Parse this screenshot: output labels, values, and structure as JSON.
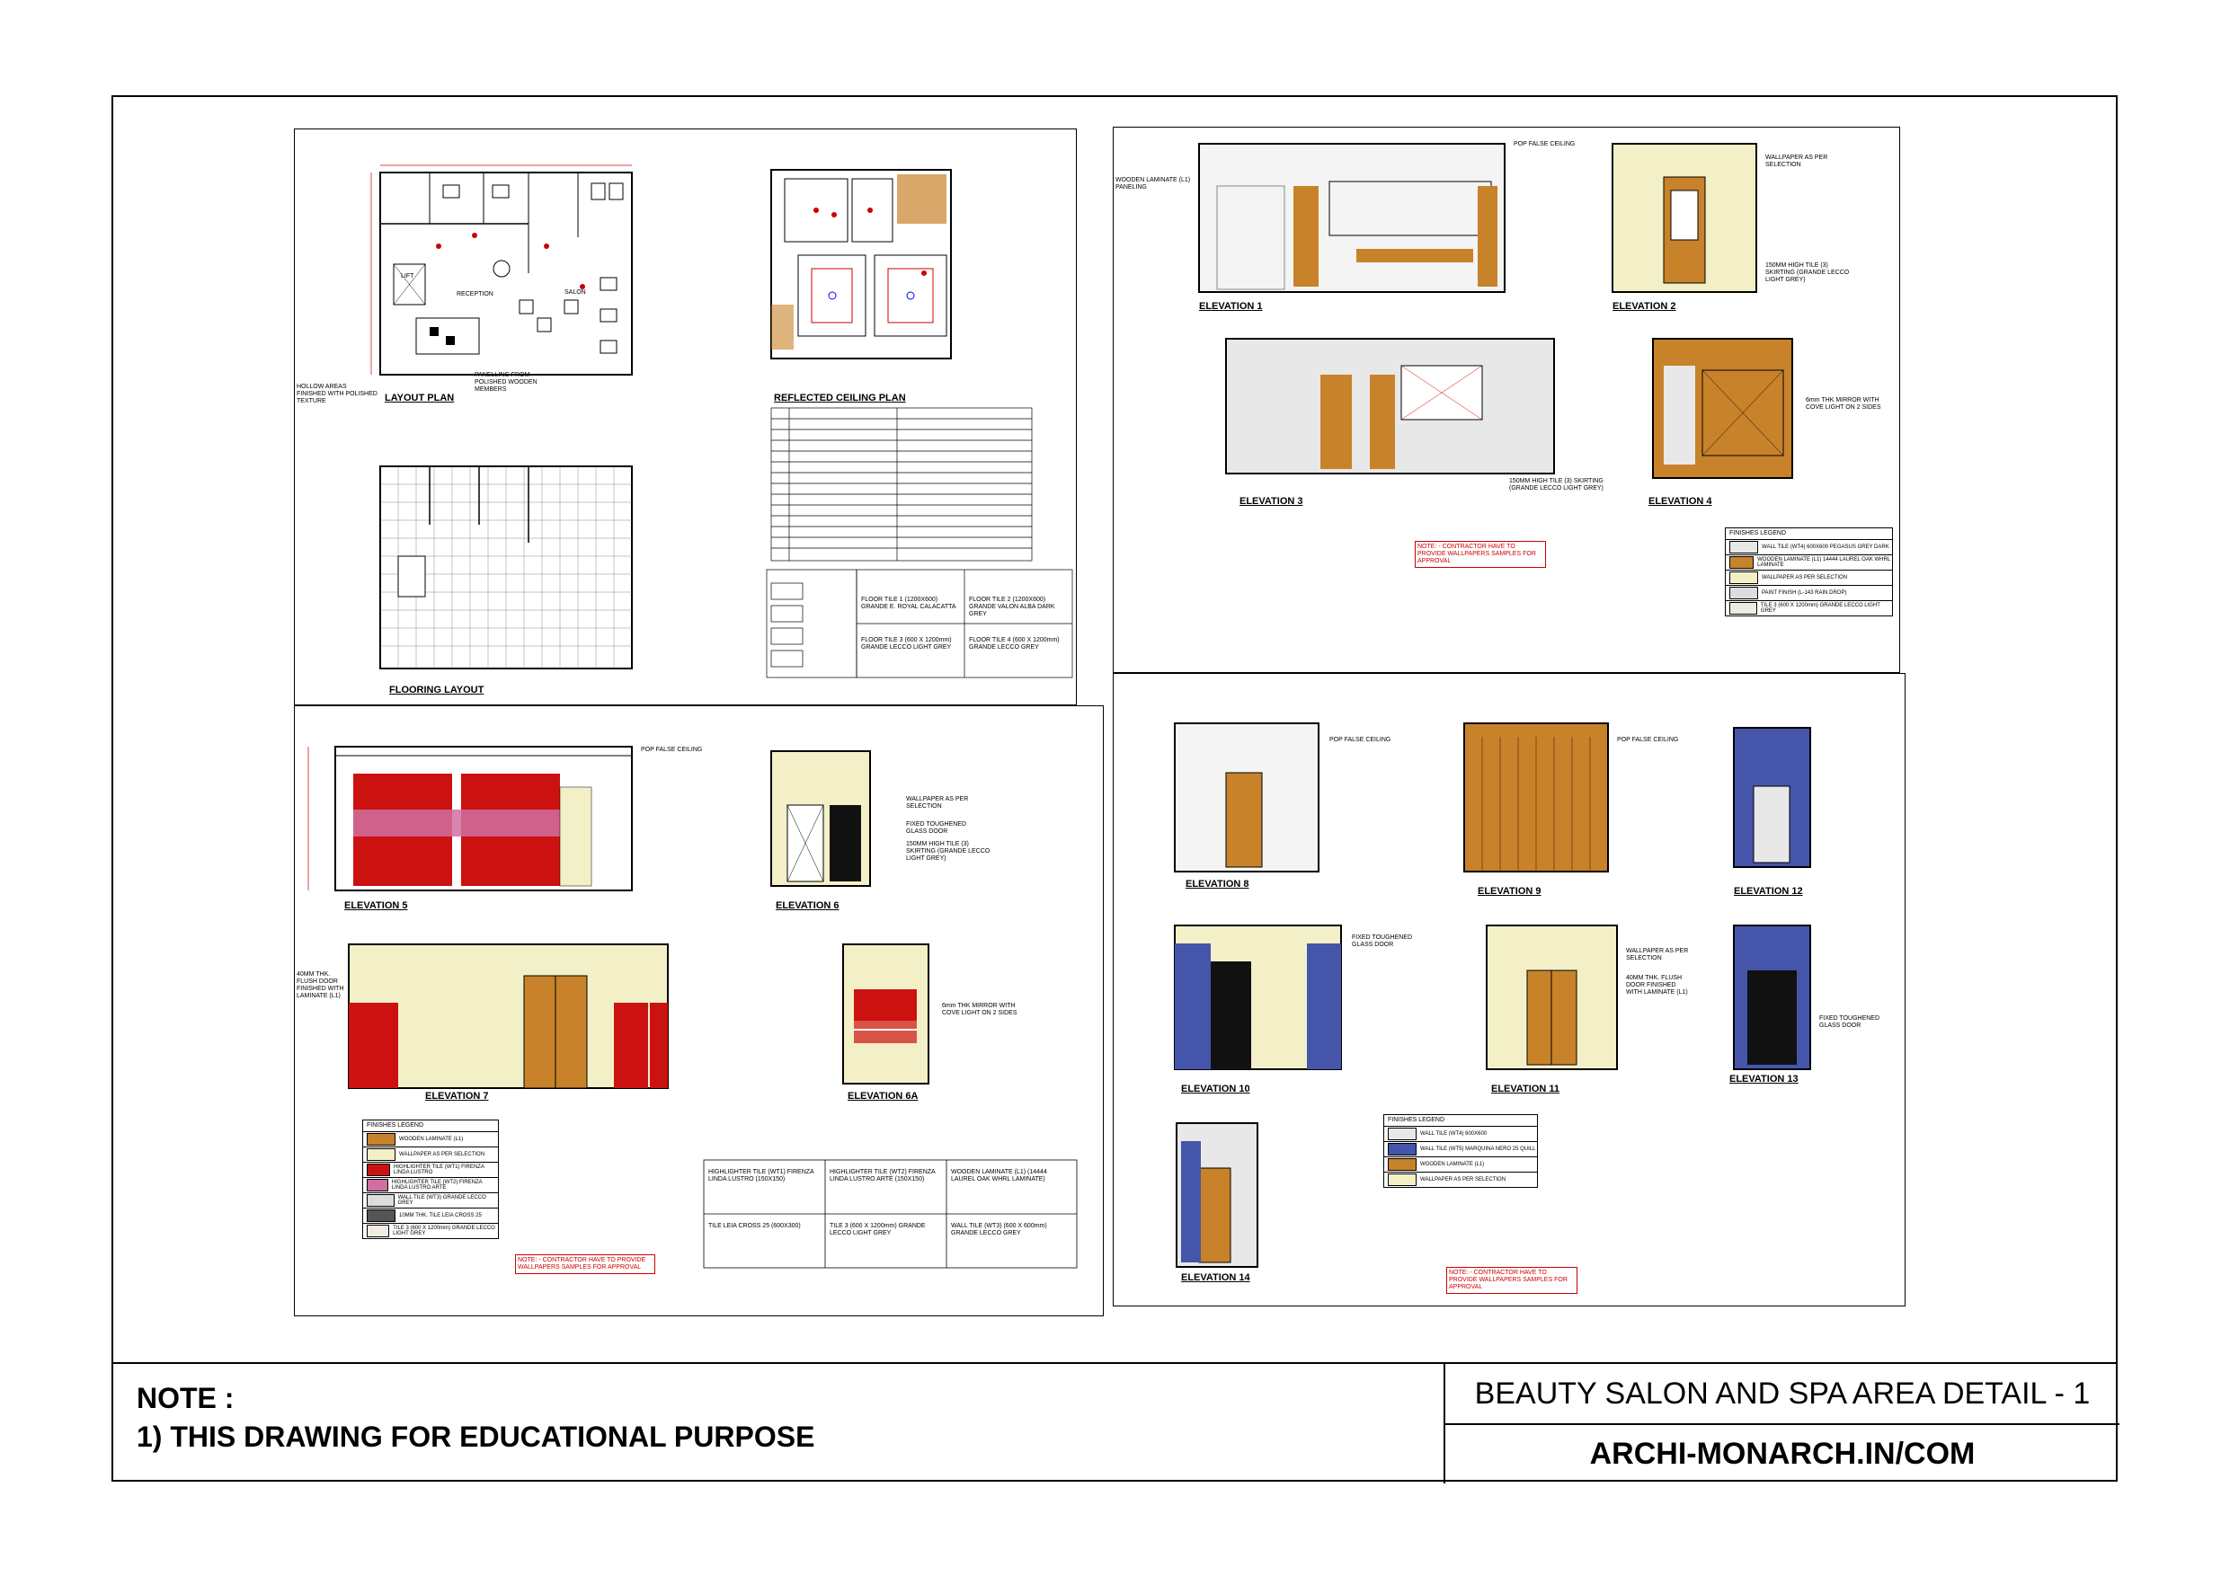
{
  "titleblock": {
    "note_heading": "NOTE :",
    "note_1": "1) THIS DRAWING FOR EDUCATIONAL PURPOSE",
    "title": "BEAUTY SALON AND SPA AREA DETAIL - 1",
    "website": "ARCHI-MONARCH.IN/COM"
  },
  "drawings": {
    "layout_plan": "LAYOUT PLAN",
    "reflected_ceiling_plan": "REFLECTED CEILING PLAN",
    "flooring_layout": "FLOORING LAYOUT",
    "elevation_1": "ELEVATION 1",
    "elevation_2": "ELEVATION 2",
    "elevation_3": "ELEVATION 3",
    "elevation_4": "ELEVATION 4",
    "elevation_5": "ELEVATION 5",
    "elevation_6": "ELEVATION 6",
    "elevation_6a": "ELEVATION 6A",
    "elevation_7": "ELEVATION 7",
    "elevation_8": "ELEVATION 8",
    "elevation_9": "ELEVATION 9",
    "elevation_10": "ELEVATION 10",
    "elevation_11": "ELEVATION 11",
    "elevation_12": "ELEVATION 12",
    "elevation_13": "ELEVATION 13",
    "elevation_14": "ELEVATION 14"
  },
  "plan_labels": {
    "lift": "LIFT",
    "reception": "RECEPTION",
    "salon": "SALON",
    "hollow_note": "HOLLOW AREAS FINISHED WITH POLISHED TEXTURE",
    "paneling": "PANELLING FROM POLISHED WOODEN MEMBERS"
  },
  "legends": {
    "finishes_legend": "FINISHES LEGEND",
    "items_top": [
      {
        "label": "WALL TILE (WT4) 600X600 PEGASUS GREY DARK",
        "color": "#e8e8e8"
      },
      {
        "label": "WOODEN LAMINATE (L1) 14444 LAUREL OAK WHRL LAMINATE",
        "color": "#c8822a"
      },
      {
        "label": "WALLPAPER AS PER SELECTION",
        "color": "#f3f0c8"
      },
      {
        "label": "PAINT FINISH (L-143 RAIN DROP)",
        "color": "#dddddd"
      },
      {
        "label": "TILE 3 (600 X 1200mm) GRANDE LECCO LIGHT GREY",
        "color": "#f0ece0"
      }
    ],
    "items_bottom_left": [
      {
        "label": "WOODEN LAMINATE (L1)",
        "color": "#c8822a"
      },
      {
        "label": "WALLPAPER AS PER SELECTION",
        "color": "#f3f0c8"
      },
      {
        "label": "HIGHLIGHTER TILE (WT1) FIRENZA LINDA LUSTRO",
        "color": "#cc1111"
      },
      {
        "label": "HIGHLIGHTER TILE (WT2) FIRENZA LINDA LUSTRO ARTE",
        "color": "#d070a0"
      },
      {
        "label": "WALL TILE (WT3) GRANDE LECCO GREY",
        "color": "#dddddd"
      },
      {
        "label": "10MM THK. TILE LEIA CROSS 25",
        "color": "#555555"
      },
      {
        "label": "TILE 3 (600 X 1200mm) GRANDE LECCO LIGHT GREY",
        "color": "#f0ece0"
      }
    ],
    "items_bottom_right": [
      {
        "label": "WALL TILE (WT4) 600X600",
        "color": "#e8e8e8"
      },
      {
        "label": "WALL TILE (WT5) MARQUINA NERO 25 QUILL",
        "color": "#4455aa"
      },
      {
        "label": "WOODEN LAMINATE (L1)",
        "color": "#c8822a"
      },
      {
        "label": "WALLPAPER AS PER SELECTION",
        "color": "#f3f0c8"
      }
    ]
  },
  "notes": {
    "contractor": "NOTE: - CONTRACTOR HAVE TO PROVIDE WALLPAPERS SAMPLES FOR APPROVAL",
    "pop_false_ceiling": "POP FALSE CEILING",
    "wallpaper": "WALLPAPER AS PER SELECTION",
    "skirting": "150MM HIGH TILE (3) SKIRTING (GRANDE LECCO LIGHT GREY)",
    "flush_door": "40MM THK. FLUSH DOOR FINISHED WITH LAMINATE (L1)",
    "glass_door": "FIXED TOUGHENED GLASS DOOR",
    "wooden_laminate": "WOODEN LAMINATE (L1) PANELING",
    "mirror": "6mm THK MIRROR WITH COVE LIGHT ON 2 SIDES",
    "flooring_tile": "FLOOR TILE (600 X 1200mm) GRANDE LECCO LIGHT GREY"
  },
  "spec_table": {
    "r1c1": "HIGHLIGHTER TILE (WT1) FIRENZA LINDA LUSTRO (150X150)",
    "r1c2": "HIGHLIGHTER TILE (WT2) FIRENZA LINDA LUSTRO ARTE (150X150)",
    "r1c3": "WOODEN LAMINATE (L1) (14444 LAUREL OAK WHRL LAMINATE)",
    "r2c1": "TILE LEIA CROSS 25 (600X300)",
    "r2c2": "TILE 3 (600 X 1200mm) GRANDE LECCO LIGHT GREY",
    "r2c3": "WALL TILE (WT3) (600 X 600mm) GRANDE LECCO GREY"
  },
  "floor_table": {
    "c1": "FLOOR TILE 1 (1200X600) GRANDE E. ROYAL CALACATTA",
    "c2": "FLOOR TILE 2 (1200X600) GRANDE VALON ALBA DARK GREY",
    "c3": "FLOOR TILE 3 (600 X 1200mm) GRANDE LECCO LIGHT GREY",
    "c4": "FLOOR TILE 4 (600 X 1200mm) GRANDE LECCO GREY"
  },
  "colors": {
    "wood": "#c8822a",
    "red_tile": "#cc1111",
    "blue_tile": "#4455aa",
    "wallpaper": "#f3f0c8",
    "dim_red": "#cc0000"
  }
}
